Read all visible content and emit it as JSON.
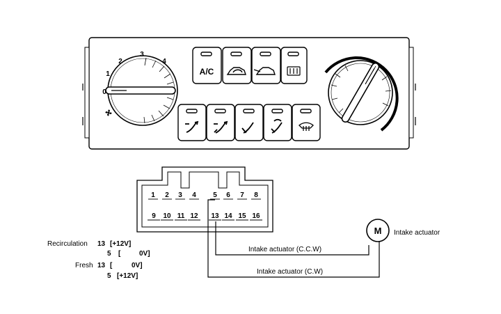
{
  "panel": {
    "fan_dial_labels": [
      "0",
      "1",
      "2",
      "3",
      "4"
    ],
    "ac_label": "A/C",
    "top_buttons": [
      "ac-button",
      "recirculation-button",
      "fresh-air-button",
      "rear-defrost-button"
    ],
    "bottom_buttons": [
      "vent-face-mode",
      "bi-level-mode",
      "floor-mode",
      "floor-defrost-mode",
      "defrost-mode"
    ]
  },
  "connector": {
    "top_pins": [
      "1",
      "2",
      "3",
      "4",
      "5",
      "6",
      "7",
      "8"
    ],
    "bottom_pins": [
      "9",
      "10",
      "11",
      "12",
      "13",
      "14",
      "15",
      "16"
    ]
  },
  "actuator": {
    "motor_symbol": "M",
    "label": "Intake actuator",
    "wire_ccw_label": "Intake actuator (C.C.W)",
    "wire_cw_label": "Intake actuator (C.W)"
  },
  "legend": {
    "recirculation": {
      "mode": "Recirculation",
      "pin_a": "13",
      "val_a": "[+12V]",
      "pin_b": "5",
      "val_b_open": "[",
      "val_b": "0V]"
    },
    "fresh": {
      "mode": "Fresh",
      "pin_a": "13",
      "val_a_open": "[",
      "val_a": "0V]",
      "pin_b": "5",
      "val_b": "[+12V]"
    }
  }
}
